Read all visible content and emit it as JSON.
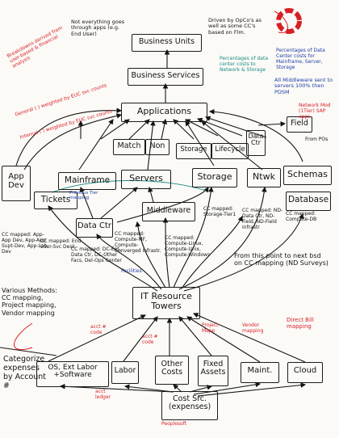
{
  "colors": {
    "ink": "#141414",
    "blue": "#1f3da6",
    "red": "#d81f26",
    "teal": "#1b8a86",
    "paper": "#fbfaf7"
  },
  "nodes": {
    "business_units": "Business Units",
    "business_services": "Business Services",
    "applications": "Applications",
    "app_dev": "App Dev",
    "mainframe": "Mainframe",
    "tickets": "Tickets",
    "servers": "Servers",
    "storage": "Storage",
    "ntwk": "Ntwk",
    "schemas": "Schemas",
    "database": "Database",
    "data_ctr": "Data Ctr",
    "middleware": "Middleware",
    "match": "Match",
    "non": "Non",
    "storage_small": "Storage",
    "lifecycle": "Lifecycle",
    "data_ctr_small": "Data Ctr",
    "field": "Field",
    "it_resource_towers": "IT Resource Towers",
    "os_labor": "OS, Ext Labor +Software",
    "labor": "Labor",
    "other_costs": "Other Costs",
    "fixed_assets": "Fixed Assets",
    "maint": "Maint.",
    "cloud": "Cloud",
    "cost_src": "Cost Src. (expenses)"
  },
  "notes": {
    "not_everything": "Not everything goes through apps (e.g. End User)",
    "driven_by": "Driven by OpCo's as well as some CC's based on Flm.",
    "breakdowns": "Breakdowns derived from user-based & financial analysis",
    "general_alloc": "General ( ) weighted by EUC svc counts",
    "internal_alloc": "Internal ( ) weighted by EUC svc counts",
    "percentages": "Percentages of Data Center costs for Mainframe, Server, Storage",
    "percentages_left": "Percentages of data center costs to Network & Storage",
    "middleware_note": "All Middleware sent to servers 100% then PDSM",
    "network_mod": "Network Mod (1Tier) SAP apps",
    "from_pos": "From POs",
    "prev_tier": "Previous Tier mapping",
    "cc_mapped_1": "CC mapped: App-App Dev, App-App Supt-Dev, App-Lab Dev",
    "cc_mapped_2": "CC mapped: End User-Svc Desk",
    "cc_mapped_3": "CC mapped: DC-Ent. Data Ctr, DC-Other Facs, Del-Ops Center",
    "cc_mapped_4": "CC mapped: Compute-MF, Compute-Converged Infrastr.",
    "cc_mapped_5": "CC mapped: Compute-Linux, Compute-Unix, Compute-Windows",
    "cc_mapped_6": "CC mapped: Storage-Tier1",
    "cc_mapped_7": "CC mapped: ND-Data Ctr, ND-Field, ND-Field Infrastr",
    "cc_mapped_8": "CC mapped: Compute-DB",
    "from_this_point": "From this point to next bsd on CC mapping (ND Surveys)",
    "various_methods": "Various Methods: CC mapping, Project mapping, Vendor mapping",
    "categorize": "Categorize expenses by Account #",
    "facilities": "Facilities",
    "peoplesoft": "Peoplesoft",
    "direct_bill": "Direct Bill mapping",
    "acct_1": "acct # code",
    "acct_2": "acct # code",
    "proj_map": "Project Mapp",
    "vendor_map": "Vendor mapping",
    "acct_ledger": "acct ledger"
  }
}
